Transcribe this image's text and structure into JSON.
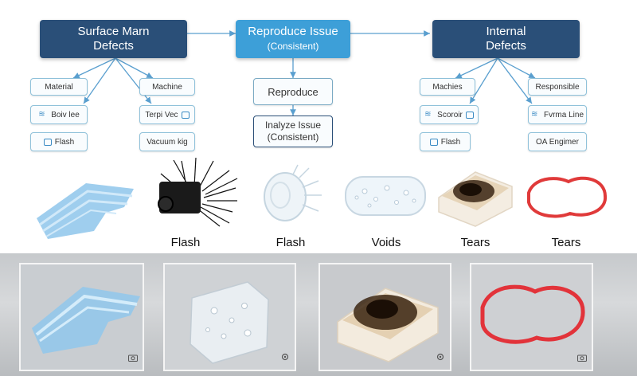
{
  "header": {
    "left_title": "Surface Marn",
    "left_subtitle": "Defects",
    "center_title": "Reproduce Issue",
    "center_subtitle": "(Consistent)",
    "right_title": "Internal",
    "right_subtitle": "Defects"
  },
  "left_nodes": {
    "material": "Material",
    "machine": "Machine",
    "boiv": "Boiv lee",
    "terpi": "Terpi Vec",
    "flash": "Flash",
    "vacuum": "Vacuum kig"
  },
  "center_nodes": {
    "reproduce": "Reproduce",
    "analyze_title": "Inalyze Issue",
    "analyze_subtitle": "(Consistent)"
  },
  "right_nodes": {
    "machies": "Machies",
    "responsible": "Responsible",
    "scoroir": "Scoroir",
    "fvmna": "Fvrma Line",
    "flash": "Flash",
    "oa": "OA Engimer"
  },
  "captions": [
    "Flash",
    "Flash",
    "Voids",
    "Tears",
    "Tears"
  ],
  "colors": {
    "dark_header": "#2a4f78",
    "light_header": "#3d9fd8",
    "node_border": "#8fc1da",
    "connector": "#5a9fcf"
  },
  "icons": [
    "wave-icon",
    "box-icon",
    "camera-icon",
    "gear-icon"
  ]
}
